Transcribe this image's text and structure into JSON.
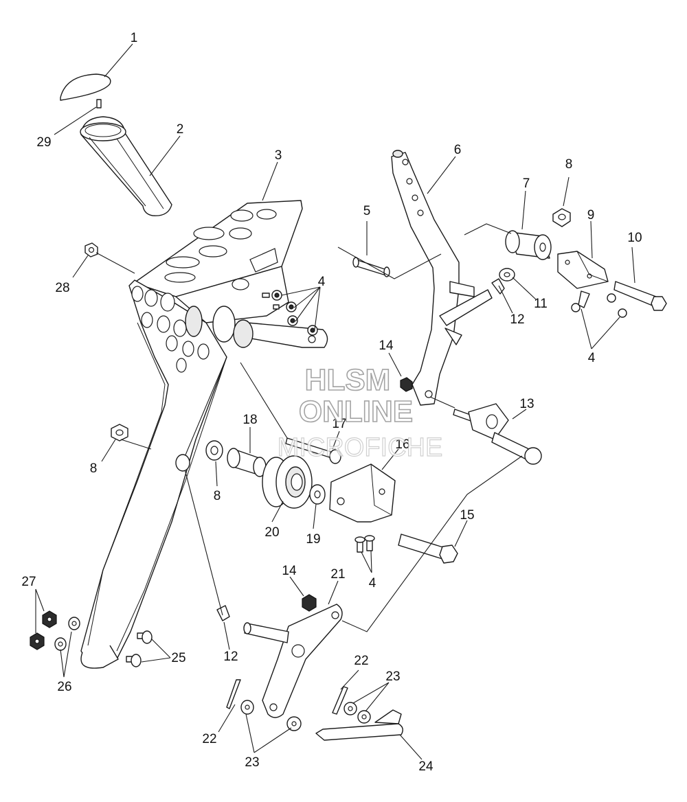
{
  "watermark": {
    "line1": "HLSM",
    "line2": "ONLINE",
    "line3": "MICROFICHE"
  },
  "callouts": [
    {
      "id": "c1",
      "label": "1"
    },
    {
      "id": "c29",
      "label": "29"
    },
    {
      "id": "c2",
      "label": "2"
    },
    {
      "id": "c3",
      "label": "3"
    },
    {
      "id": "c28",
      "label": "28"
    },
    {
      "id": "c4a",
      "label": "4"
    },
    {
      "id": "c5",
      "label": "5"
    },
    {
      "id": "c6",
      "label": "6"
    },
    {
      "id": "c7",
      "label": "7"
    },
    {
      "id": "c8a",
      "label": "8"
    },
    {
      "id": "c9",
      "label": "9"
    },
    {
      "id": "c10",
      "label": "10"
    },
    {
      "id": "c11",
      "label": "11"
    },
    {
      "id": "c12a",
      "label": "12"
    },
    {
      "id": "c4b",
      "label": "4"
    },
    {
      "id": "c14a",
      "label": "14"
    },
    {
      "id": "c13",
      "label": "13"
    },
    {
      "id": "c17",
      "label": "17"
    },
    {
      "id": "c18",
      "label": "18"
    },
    {
      "id": "c16",
      "label": "16"
    },
    {
      "id": "c8b",
      "label": "8"
    },
    {
      "id": "c8c",
      "label": "8"
    },
    {
      "id": "c20",
      "label": "20"
    },
    {
      "id": "c19",
      "label": "19"
    },
    {
      "id": "c15",
      "label": "15"
    },
    {
      "id": "c4c",
      "label": "4"
    },
    {
      "id": "c14b",
      "label": "14"
    },
    {
      "id": "c21",
      "label": "21"
    },
    {
      "id": "c27",
      "label": "27"
    },
    {
      "id": "c12b",
      "label": "12"
    },
    {
      "id": "c25",
      "label": "25"
    },
    {
      "id": "c26",
      "label": "26"
    },
    {
      "id": "c22a",
      "label": "22"
    },
    {
      "id": "c23a",
      "label": "23"
    },
    {
      "id": "c22b",
      "label": "22"
    },
    {
      "id": "c23b",
      "label": "23"
    },
    {
      "id": "c24",
      "label": "24"
    }
  ]
}
